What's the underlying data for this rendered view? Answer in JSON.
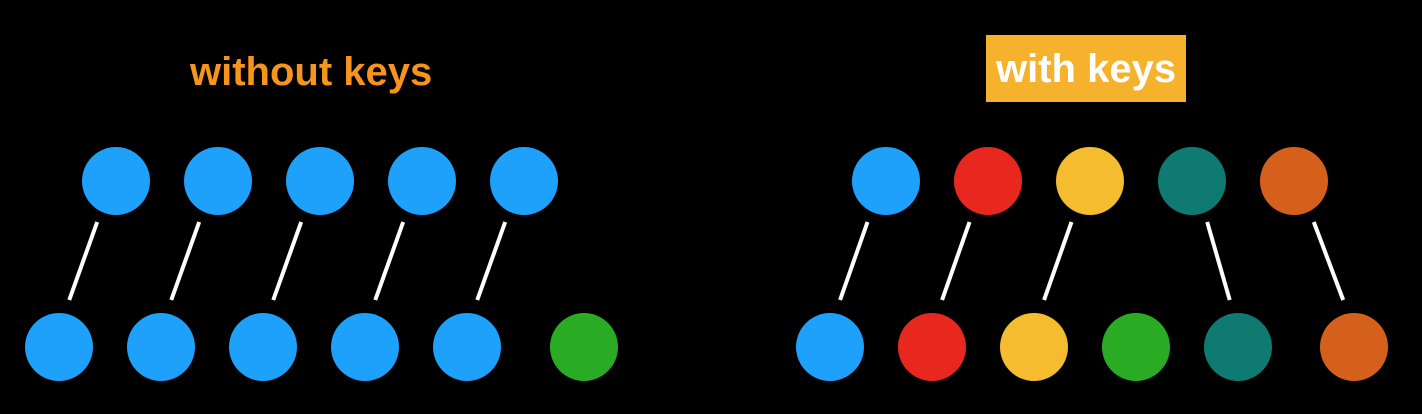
{
  "diagrams": [
    {
      "id": "without-keys",
      "title": "without keys",
      "title_color": "#F7941D",
      "title_highlight": null,
      "top_nodes": [
        "#1DA1FB",
        "#1DA1FB",
        "#1DA1FB",
        "#1DA1FB",
        "#1DA1FB"
      ],
      "bottom_nodes": [
        "#1DA1FB",
        "#1DA1FB",
        "#1DA1FB",
        "#1DA1FB",
        "#1DA1FB",
        "#29AC24"
      ],
      "links": [
        [
          0,
          0
        ],
        [
          1,
          1
        ],
        [
          2,
          2
        ],
        [
          3,
          3
        ],
        [
          4,
          4
        ]
      ]
    },
    {
      "id": "with-keys",
      "title": "with keys",
      "title_color": "#FFFFFF",
      "title_highlight": "#F6B22C",
      "top_nodes": [
        "#1DA1FB",
        "#E8281F",
        "#F6BC2F",
        "#0E7A72",
        "#D5601B"
      ],
      "bottom_nodes": [
        "#1DA1FB",
        "#E8281F",
        "#F6BC2F",
        "#29AC24",
        "#0E7A72",
        "#D5601B"
      ],
      "links": [
        [
          0,
          0
        ],
        [
          1,
          1
        ],
        [
          2,
          2
        ],
        [
          3,
          4
        ],
        [
          4,
          5
        ]
      ]
    }
  ],
  "colors": {
    "background": "#000000",
    "link": "#FFFFFF"
  }
}
